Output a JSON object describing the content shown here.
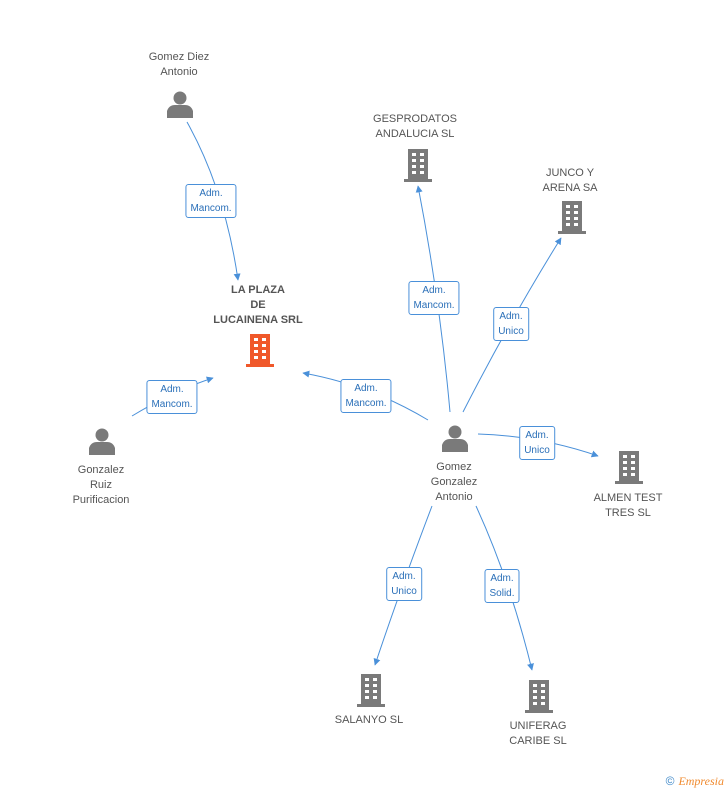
{
  "colors": {
    "edge": "#4a90d9",
    "person": "#7a7a7a",
    "company": "#7a7a7a",
    "focus_company": "#f0582a"
  },
  "nodes": {
    "la_plaza": {
      "label": "LA PLAZA\nDE\nLUCAINENA SRL",
      "type": "company",
      "focus": true
    },
    "gomez_diez": {
      "label": "Gomez Diez\nAntonio",
      "type": "person"
    },
    "gonzalez_ruiz": {
      "label": "Gonzalez\nRuiz\nPurificacion",
      "type": "person"
    },
    "gomez_gonzalez": {
      "label": "Gomez\nGonzalez\nAntonio",
      "type": "person"
    },
    "gesprodatos": {
      "label": "GESPRODATOS\nANDALUCIA SL",
      "type": "company"
    },
    "junco": {
      "label": "JUNCO Y\nARENA SA",
      "type": "company"
    },
    "almen": {
      "label": "ALMEN TEST\nTRES  SL",
      "type": "company"
    },
    "salanyo": {
      "label": "SALANYO SL",
      "type": "company"
    },
    "uniferag": {
      "label": "UNIFERAG\nCARIBE SL",
      "type": "company"
    }
  },
  "edges": {
    "e1": {
      "label": "Adm.\nMancom."
    },
    "e2": {
      "label": "Adm.\nMancom."
    },
    "e3": {
      "label": "Adm.\nMancom."
    },
    "e4": {
      "label": "Adm.\nMancom."
    },
    "e5": {
      "label": "Adm.\nUnico"
    },
    "e6": {
      "label": "Adm.\nUnico"
    },
    "e7": {
      "label": "Adm.\nUnico"
    },
    "e8": {
      "label": "Adm.\nSolid."
    }
  },
  "watermark": {
    "symbol": "©",
    "brand": "Empresia"
  }
}
